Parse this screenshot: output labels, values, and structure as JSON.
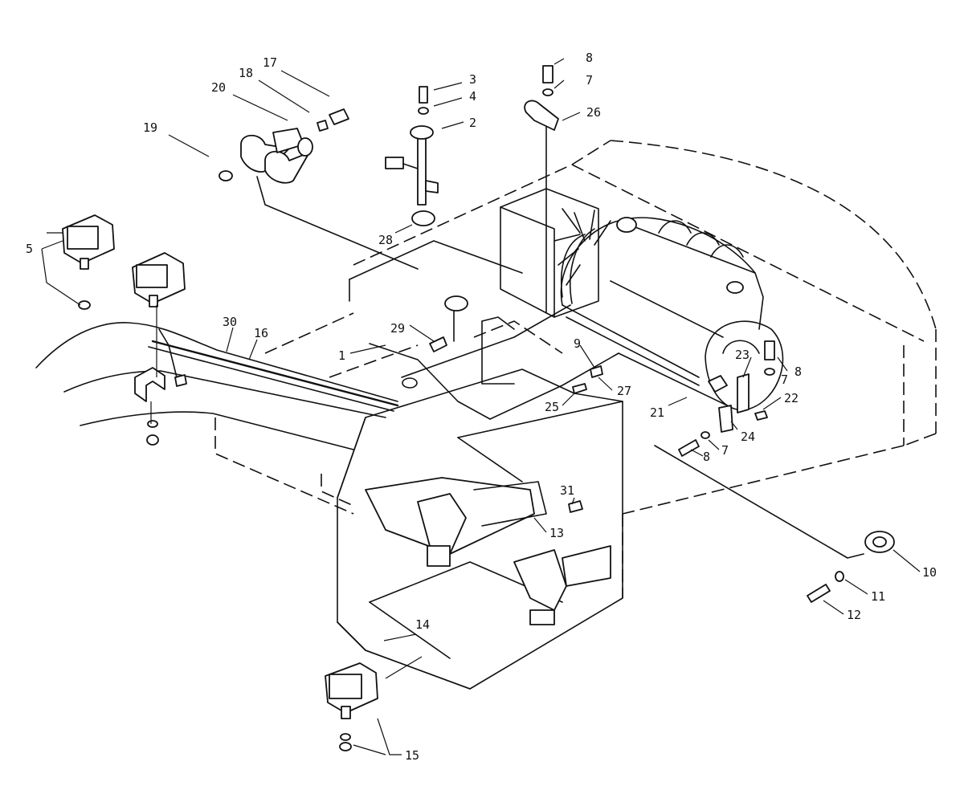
{
  "callouts": [
    {
      "id": "c1",
      "text": "1"
    },
    {
      "id": "c2",
      "text": "2"
    },
    {
      "id": "c3",
      "text": "3"
    },
    {
      "id": "c4",
      "text": "4"
    },
    {
      "id": "c5",
      "text": "5"
    },
    {
      "id": "c7a",
      "text": "7"
    },
    {
      "id": "c7b",
      "text": "7"
    },
    {
      "id": "c7c",
      "text": "7"
    },
    {
      "id": "c8a",
      "text": "8"
    },
    {
      "id": "c8b",
      "text": "8"
    },
    {
      "id": "c8c",
      "text": "8"
    },
    {
      "id": "c9",
      "text": "9"
    },
    {
      "id": "c10",
      "text": "10"
    },
    {
      "id": "c11",
      "text": "11"
    },
    {
      "id": "c12",
      "text": "12"
    },
    {
      "id": "c13",
      "text": "13"
    },
    {
      "id": "c14",
      "text": "14"
    },
    {
      "id": "c15",
      "text": "15"
    },
    {
      "id": "c16",
      "text": "16"
    },
    {
      "id": "c17",
      "text": "17"
    },
    {
      "id": "c18",
      "text": "18"
    },
    {
      "id": "c19",
      "text": "19"
    },
    {
      "id": "c20",
      "text": "20"
    },
    {
      "id": "c21",
      "text": "21"
    },
    {
      "id": "c22",
      "text": "22"
    },
    {
      "id": "c23",
      "text": "23"
    },
    {
      "id": "c24",
      "text": "24"
    },
    {
      "id": "c25",
      "text": "25"
    },
    {
      "id": "c26",
      "text": "26"
    },
    {
      "id": "c27",
      "text": "27"
    },
    {
      "id": "c28",
      "text": "28"
    },
    {
      "id": "c29",
      "text": "29"
    },
    {
      "id": "c30",
      "text": "30"
    },
    {
      "id": "c31",
      "text": "31"
    }
  ]
}
